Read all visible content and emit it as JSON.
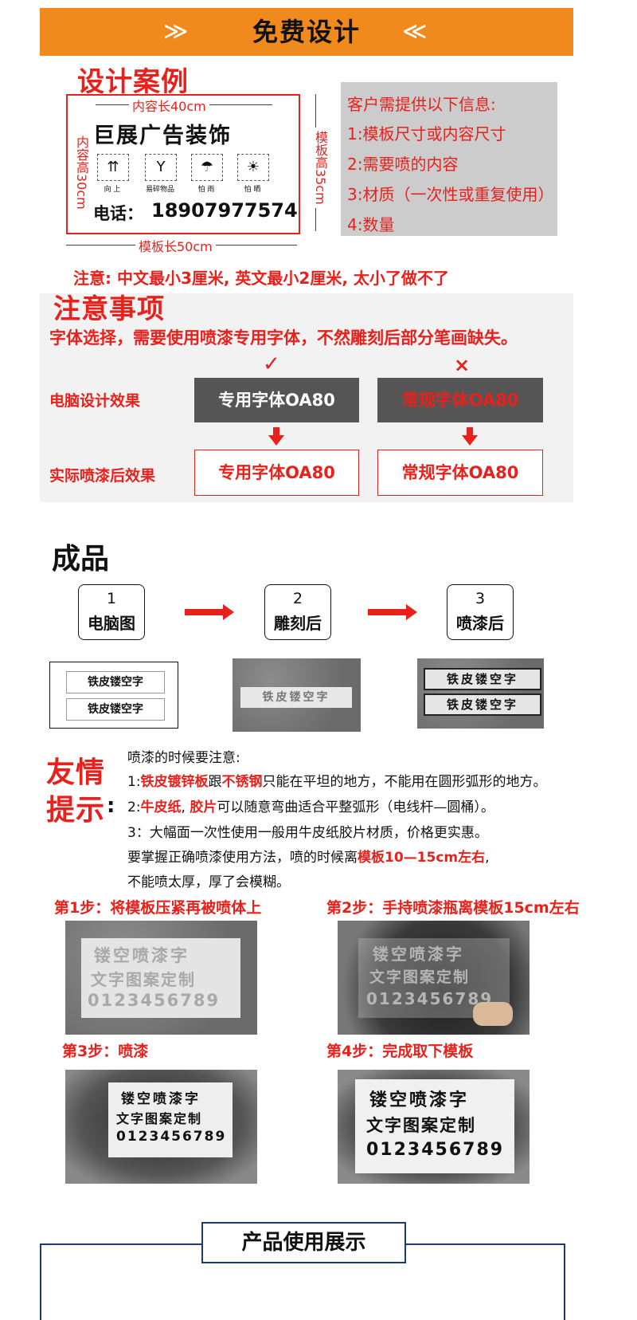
{
  "banner": {
    "title": "免费设计",
    "chevron_left": "≫",
    "chevron_right": "≪"
  },
  "design_case": {
    "title": "设计案例",
    "content_width": "内容长40cm",
    "content_height": "内容高30cm",
    "template_height": "模板高35cm",
    "template_width": "模板长50cm",
    "company": "巨展广告装饰",
    "icons": [
      {
        "name": "up-arrows-icon",
        "glyph": "⇈",
        "caption": "向 上"
      },
      {
        "name": "wine-glass-icon",
        "glyph": "Y",
        "caption": "易碎物品"
      },
      {
        "name": "umbrella-icon",
        "glyph": "☂",
        "caption": "怕 雨"
      },
      {
        "name": "sun-icon",
        "glyph": "☀",
        "caption": "怕 晒"
      }
    ],
    "phone_label": "电话：",
    "phone_number": "18907977574"
  },
  "info": {
    "heading": "客户需提供以下信息:",
    "items": [
      "1:模板尺寸或内容尺寸",
      "2:需要喷的内容",
      "3:材质（一次性或重复使用）",
      "4:数量"
    ]
  },
  "notice_size": "注意: 中文最小3厘米, 英文最小2厘米, 太小了做不了",
  "notes": {
    "title": "注意事项",
    "desc": "字体选择，需要使用喷漆专用字体，不然雕刻后部分笔画缺失。",
    "check": "✓",
    "cross": "×",
    "computer_label": "电脑设计效果",
    "actual_label": "实际喷漆后效果",
    "special_font": "专用字体OA80",
    "normal_font": "常规字体OA80",
    "special_font_after": "专用字体OA80",
    "normal_font_after": "常规字体OA80"
  },
  "products": {
    "title": "成品",
    "steps": [
      {
        "num": "1",
        "label": "电脑图"
      },
      {
        "num": "2",
        "label": "雕刻后"
      },
      {
        "num": "3",
        "label": "喷漆后"
      }
    ],
    "sample_text": "铁皮镂空字"
  },
  "tips": {
    "title_1": "友情",
    "title_2": "提示",
    "colon": ":",
    "intro": "喷漆的时候要注意:",
    "line1_a": "1:",
    "line1_b": "铁皮镀锌板",
    "line1_c": "跟",
    "line1_d": "不锈钢",
    "line1_e": "只能在平坦的地方，不能用在圆形弧形的地方。",
    "line2_a": "2:",
    "line2_b": "牛皮纸",
    "line2_c": ", ",
    "line2_d": "胶片",
    "line2_e": "可以随意弯曲适合平整弧形（电线杆—圆桶）。",
    "line3": "3：大幅面一次性使用一般用牛皮纸胶片材质，价格更实惠。",
    "line4_a": "要掌握正确喷漆使用方法，喷的时候离",
    "line4_b": "模板10—15cm左右",
    "line4_c": ",",
    "line5": "不能喷太厚，厚了会模糊。"
  },
  "spray_steps": {
    "step1": "第1步：将模板压紧再被喷体上",
    "step2": "第2步：手持喷漆瓶离模板15cm左右",
    "step3": "第3步：喷漆",
    "step4": "第4步：完成取下模板",
    "stencil_line1": "镂空喷漆字",
    "stencil_line2": "文字图案定制",
    "stencil_line3": "0123456789"
  },
  "footer": {
    "title": "产品使用展示"
  },
  "colors": {
    "accent": "#e8211c",
    "banner": "#f08a1c",
    "info_bg": "#cccccc",
    "dark_box": "#555555",
    "footer": "#1b3a7a"
  }
}
